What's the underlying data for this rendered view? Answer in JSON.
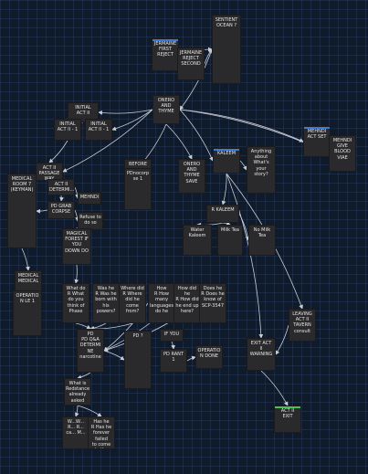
{
  "nodes": [
    {
      "id": "jermaine-first-reject",
      "label": "JERMAINE\nFIRST\nREJECT",
      "accent": "#3a7bd5"
    },
    {
      "id": "jermaine-reject-second",
      "label": "JERMAINE\nREJECT\nSECOND"
    },
    {
      "id": "sentient-ocean",
      "label": "SENTIENT\nOCEAN ?"
    },
    {
      "id": "onero-and-thyme",
      "label": "ONERO\nAND\nTHYME"
    },
    {
      "id": "initial-act",
      "label": "INITIAL\nACT II"
    },
    {
      "id": "initial-act-ii-a",
      "label": "INITIAL\nACT II - 1"
    },
    {
      "id": "initial-act-ii-b",
      "label": "INITIAL\nACT II - 1"
    },
    {
      "id": "mehndi-act-set",
      "label": "MEHNDI\nACT SET",
      "accent": "#3a7bd5"
    },
    {
      "id": "mehndi-give-blood",
      "label": "MEHNDI\nGIVE\nBLOOD\nVIAE"
    },
    {
      "id": "act-ii-passage-way",
      "label": "ACT II\nPASSAGE\nWAY"
    },
    {
      "id": "act-ii-determine",
      "label": "ACT II\nDETERMI..."
    },
    {
      "id": "mehndi",
      "label": "MEHNDI"
    },
    {
      "id": "pd-grab-corpse",
      "label": "PD GRAB\nCORPSE"
    },
    {
      "id": "refuse-to-do-so",
      "label": "Refuse to\ndo so"
    },
    {
      "id": "before",
      "label": "BEFORE"
    },
    {
      "id": "pd-necorpse",
      "label": "PDnocorp\nse 1"
    },
    {
      "id": "onero-and-thyme-save",
      "label": "ONERO\nAND\nTHYME\nSAVE"
    },
    {
      "id": "kaleem",
      "label": "KALEEM",
      "accent": "#3a7bd5"
    },
    {
      "id": "anything-about-whats-your-story",
      "label": "Anything\nabout\nWhat's\nyour\nstory?"
    },
    {
      "id": "r-kaleem",
      "label": "R KALEEM"
    },
    {
      "id": "water-kaleem",
      "label": "Water\nKaleem"
    },
    {
      "id": "milk-tea",
      "label": "Milk Tea"
    },
    {
      "id": "no-milk-tea",
      "label": "No Milk\nTea"
    },
    {
      "id": "medical-room-keyman",
      "label": "MEDICAL\nROOM 7\n(KEYMAN)"
    },
    {
      "id": "magical-forest",
      "label": "MAGICAL\nFOREST IF\nYOU\nDOWN DO"
    },
    {
      "id": "medical-medical",
      "label": "MEDICAL\nMEDICAL"
    },
    {
      "id": "operation-1",
      "label": "OPERATIO\nN LE 1"
    },
    {
      "id": "q-what-do-you-think",
      "label": "What do\nR What\ndo you\nthink of\nPhase"
    },
    {
      "id": "q-was-he-born",
      "label": "Was he\nR Was he\nborn with\nhis\npowers?"
    },
    {
      "id": "q-where-did-he-come",
      "label": "Where did\nR Where\ndid he\ncome\nfrom?"
    },
    {
      "id": "q-how-many-languages",
      "label": "How\nR How\nmany\nlanguages\ndo he"
    },
    {
      "id": "q-how-did-he-end-up",
      "label": "How did he\nR How did\nhe end up\nhere?"
    },
    {
      "id": "q-know-of-scp",
      "label": "Does he\nR Does he\nknow of\nSCP-3547"
    },
    {
      "id": "pd-pd-q-sa-determine",
      "label": "PD\nPD Q&A\nDETERMI\nNE\nnarcotine"
    },
    {
      "id": "pd-block",
      "label": "PD ?"
    },
    {
      "id": "if-you",
      "label": "IF YOU"
    },
    {
      "id": "pd-rant",
      "label": "PD RANT\n1"
    },
    {
      "id": "operation-done",
      "label": "OPERATIO\nN DONE"
    },
    {
      "id": "leaving-act-ii-tavern",
      "label": "LEAVING\nACT II\nTAVERN\nconsult"
    },
    {
      "id": "exit-act-ii-warning",
      "label": "EXIT ACT\nII\nWARNING"
    },
    {
      "id": "act-ii-exit",
      "label": "ACT II\nEXIT",
      "accent": "#45c45a"
    },
    {
      "id": "what-is-redstance",
      "label": "What is\nRedstance\nalready\nasked"
    },
    {
      "id": "w-w",
      "label": "W...W...\nR... R...\nca... M..."
    },
    {
      "id": "has-he-forever",
      "label": "Has he\nR Has he\nforever failed\nto come\nto the surrounded"
    }
  ]
}
